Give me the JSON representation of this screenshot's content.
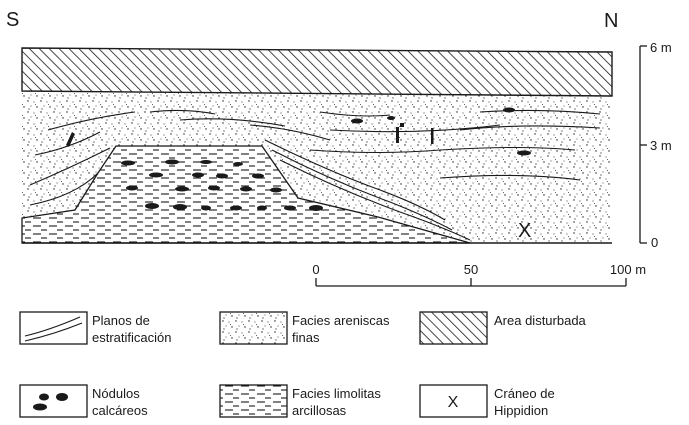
{
  "orientation": {
    "left": "S",
    "right": "N"
  },
  "vertical_scale": {
    "top": "6 m",
    "middle": "3 m",
    "bottom": "0"
  },
  "horizontal_scale": {
    "start": "0",
    "mid": "50",
    "end": "100 m"
  },
  "specimen_marker": "X",
  "legend": {
    "bedding": {
      "line1": "Planos de",
      "line2": "estratificación"
    },
    "sandstone": {
      "line1": "Facies areniscas",
      "line2": "finas"
    },
    "disturbed": {
      "line1": "Area disturbada"
    },
    "nodules": {
      "line1": "Nódulos",
      "line2": "calcáreos"
    },
    "siltstone": {
      "line1": "Facies limolitas",
      "line2": "arcillosas"
    },
    "skull": {
      "symbol": "X",
      "line1": "Cráneo de",
      "line2": "Hippidion"
    }
  },
  "colors": {
    "ink": "#1a1a1a",
    "background": "#ffffff"
  }
}
